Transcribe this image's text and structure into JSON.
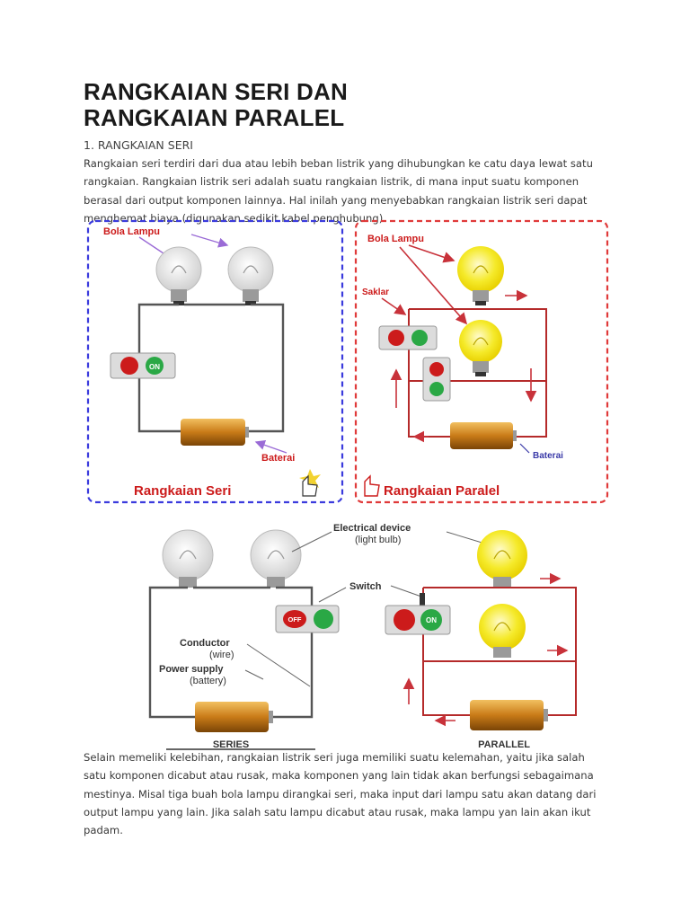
{
  "document": {
    "title_lines": [
      "RANGKAIAN SERI DAN",
      "RANGKAIAN PARALEL"
    ],
    "section_heading": "1. RANGKAIAN SERI",
    "paragraph1_lines": [
      "Rangkaian seri terdiri dari dua atau lebih beban listrik yang dihubungkan ke catu daya lewat satu",
      "rangkaian. Rangkaian listrik seri adalah suatu rangkaian listrik, di mana input suatu komponen",
      "berasal dari output komponen lainnya. Hal inilah yang menyebabkan rangkaian listrik seri dapat",
      "menghemat biaya (digunakan sedikit kabel penghubung)."
    ],
    "paragraph2_lines": [
      "Selain memeliki kelebihan, rangkaian listrik seri juga memiliki suatu kelemahan, yaitu jika salah",
      "satu komponen dicabut atau rusak, maka komponen yang lain tidak akan berfungsi sebagaimana",
      "mestinya. Misal tiga buah bola lampu dirangkai seri, maka input dari lampu satu akan datang dari",
      "output lampu yang lain. Jika salah satu lampu dicabut atau rusak, maka lampu yan lain akan ikut",
      "padam."
    ]
  },
  "figure1": {
    "series_panel": {
      "label_bulb": "Bola Lampu",
      "label_battery": "Baterai",
      "switch_on": "ON",
      "caption": "Rangkaian Seri"
    },
    "parallel_panel": {
      "label_bulb": "Bola Lampu",
      "label_switch": "Saklar",
      "label_battery": "Baterai",
      "caption": "Rangkaian Paralel"
    }
  },
  "figure2": {
    "label_device_line1": "Electrical device",
    "label_device_line2": "(light bulb)",
    "label_switch": "Switch",
    "label_conductor_line1": "Conductor",
    "label_conductor_line2": "(wire)",
    "label_power_line1": "Power supply",
    "label_power_line2": "(battery)",
    "switch_off": "OFF",
    "switch_on": "ON",
    "caption_series": "SERIES",
    "caption_parallel": "PARALLEL"
  },
  "colors": {
    "series_border": "#3b3bdd",
    "parallel_border": "#e03a3a",
    "caption_red": "#cc1b1b",
    "wire_gray": "#555555",
    "wire_red": "#b52a2a",
    "bulb_lit": "#f5e826",
    "bulb_off": "#e6e6e6",
    "battery": "#c8801c"
  }
}
